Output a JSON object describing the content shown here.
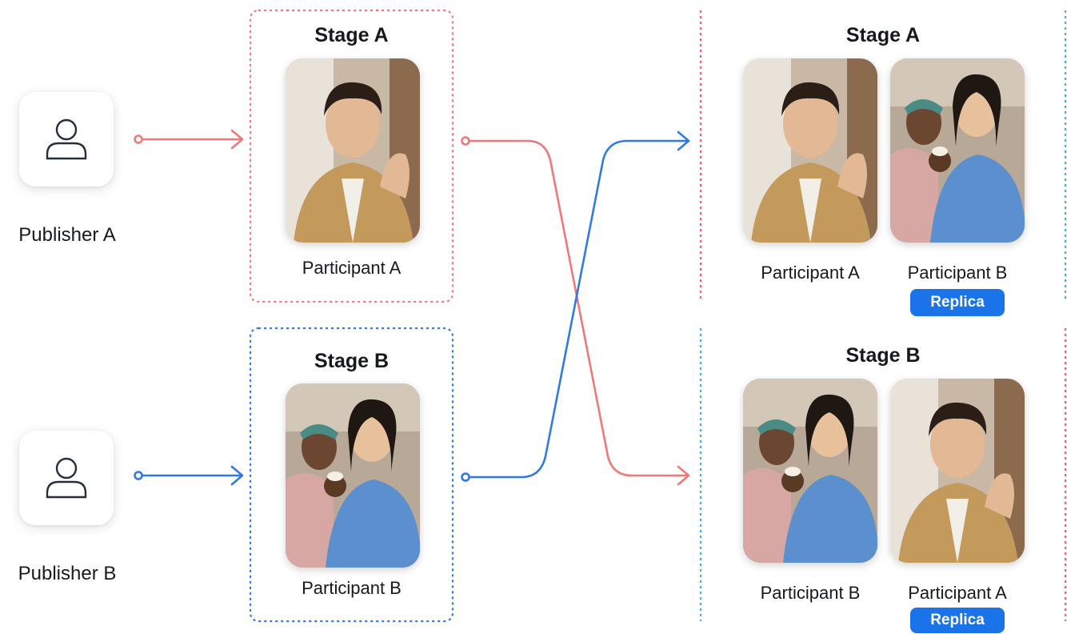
{
  "publishers": [
    {
      "label": "Publisher A",
      "icon": "user-icon"
    },
    {
      "label": "Publisher B",
      "icon": "user-icon"
    }
  ],
  "source_stages": [
    {
      "title": "Stage A",
      "participant": "Participant A"
    },
    {
      "title": "Stage B",
      "participant": "Participant B"
    }
  ],
  "target_stages": [
    {
      "title": "Stage A",
      "participants": [
        "Participant A",
        "Participant B"
      ],
      "replica_label": "Replica"
    },
    {
      "title": "Stage B",
      "participants": [
        "Participant B",
        "Participant A"
      ],
      "replica_label": "Replica"
    }
  ],
  "colors": {
    "stage_a": "#f07878",
    "stage_b": "#2f7ae5",
    "replica_badge": "#1a73e8",
    "gradient_purple": "#8a55c9",
    "gradient_light_blue": "#48aae8"
  }
}
